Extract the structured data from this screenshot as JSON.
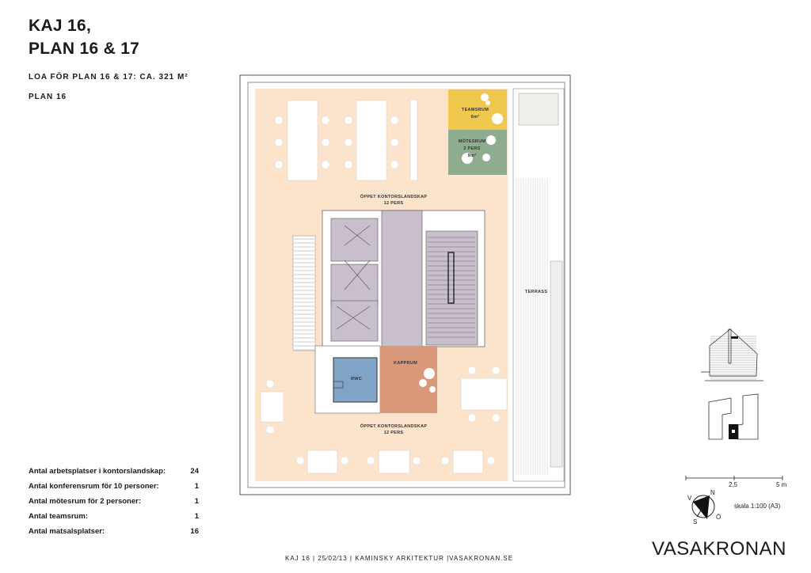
{
  "header": {
    "title_line1": "KAJ 16,",
    "title_line2": "PLAN 16 & 17",
    "loa": "LOA FÖR PLAN 16 & 17: CA. 321 M²",
    "plan": "PLAN 16"
  },
  "rooms": {
    "open_office_top": "ÖPPET KONTORSLANDSKAP",
    "open_office_top_pers": "12 PERS",
    "open_office_bottom": "ÖPPET KONTORSLANDSKAP",
    "open_office_bottom_pers": "12 PERS",
    "teamsrum": "TEAMSRUM",
    "teamsrum_area": "6m²",
    "motesrum": "MÖTESRUM",
    "motesrum_pers": "2 PERS",
    "motesrum_area": "9m²",
    "kapprum": "KAPPRUM",
    "rwc": "RWC",
    "terrass": "TERRASS"
  },
  "colors": {
    "office": "#fbe3cc",
    "teamsrum": "#f1c84e",
    "motesrum": "#8fac8e",
    "core": "#c9bfcc",
    "kapprum": "#d9987a",
    "rwc": "#7fa4c6"
  },
  "stats": [
    {
      "label": "Antal arbetsplatser i kontorslandskap:",
      "value": "24"
    },
    {
      "label": "Antal konferensrum för 10 personer:",
      "value": "1"
    },
    {
      "label": "Antal mötesrum för 2 personer:",
      "value": "1"
    },
    {
      "label": "Antal teamsrum:",
      "value": "1"
    },
    {
      "label": "Antal matsalsplatser:",
      "value": "16"
    }
  ],
  "scale": {
    "mid": "2,5",
    "end": "5 m",
    "text": "skala 1:100 (A3)"
  },
  "compass": {
    "n": "N",
    "s": "S",
    "v": "V",
    "o": "Ö"
  },
  "footer": "KAJ 16  |  25⁄02⁄13  |  KAMINSKY ARKITEKTUR  |VASAKRONAN.SE",
  "logo": "VASAKRONAN"
}
